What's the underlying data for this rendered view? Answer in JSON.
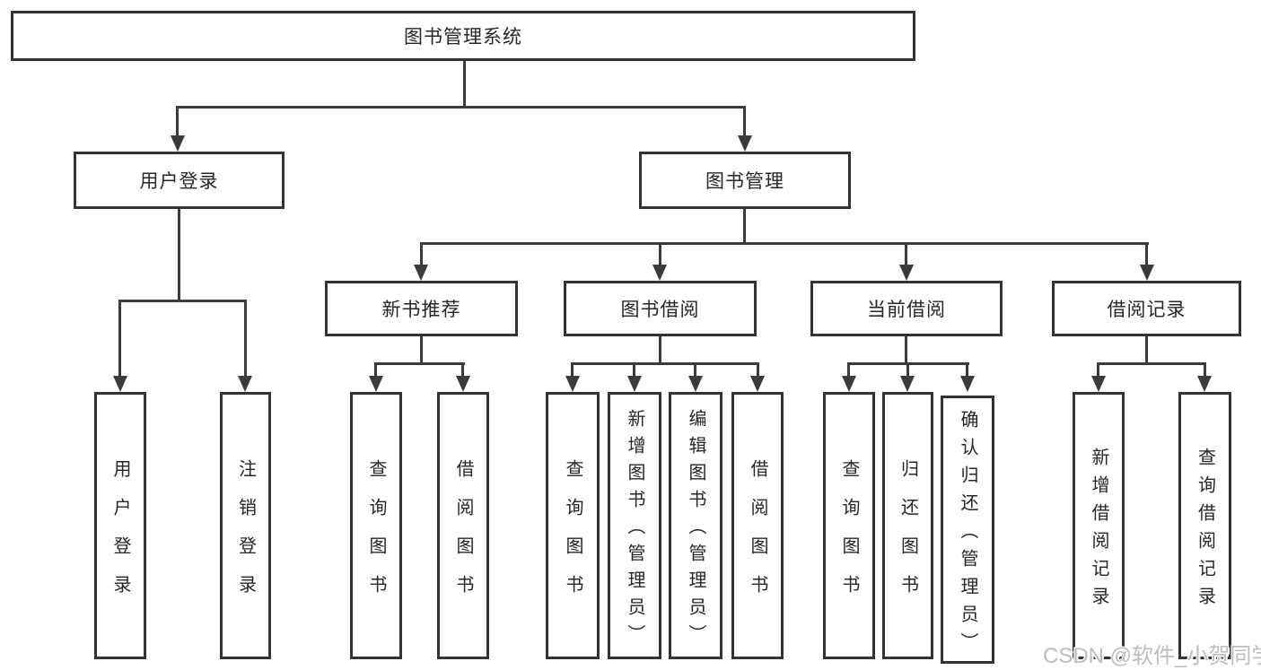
{
  "diagram_type": "feature-hierarchy-tree",
  "colors": {
    "background": "#ffffff",
    "line": "#3b3b3b",
    "box_border": "#333333",
    "text": "#262626",
    "watermark": "#bdbdbd"
  },
  "tree": {
    "label": "图书管理系统",
    "children": [
      {
        "label": "用户登录",
        "children": [
          {
            "label": "用户登录"
          },
          {
            "label": "注销登录"
          }
        ]
      },
      {
        "label": "图书管理",
        "children": [
          {
            "label": "新书推荐",
            "children": [
              {
                "label": "查询图书"
              },
              {
                "label": "借阅图书"
              }
            ]
          },
          {
            "label": "图书借阅",
            "children": [
              {
                "label": "查询图书"
              },
              {
                "label": "新增图书（管理员）"
              },
              {
                "label": "编辑图书（管理员）"
              },
              {
                "label": "借阅图书"
              }
            ]
          },
          {
            "label": "当前借阅",
            "children": [
              {
                "label": "查询图书"
              },
              {
                "label": "归还图书"
              },
              {
                "label": "确认归还（管理员）"
              }
            ]
          },
          {
            "label": "借阅记录",
            "children": [
              {
                "label": "新增借阅记录"
              },
              {
                "label": "查询借阅记录"
              }
            ]
          }
        ]
      }
    ]
  },
  "watermark": {
    "text": "CSDN @软件_小贺同学"
  }
}
